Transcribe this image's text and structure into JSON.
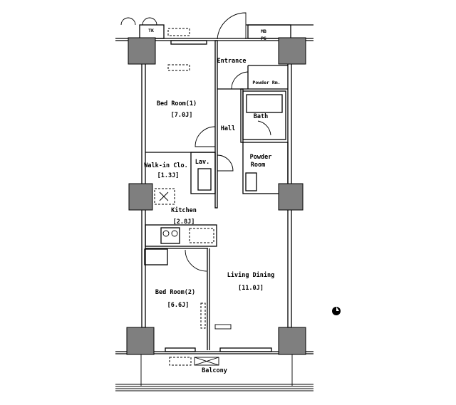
{
  "floor_plan": {
    "rooms": {
      "entrance": "Entrance",
      "storage": "Powder Rm.",
      "bath": "Bath",
      "hall": "Hall",
      "bedroom1": {
        "name": "Bed Room(1)",
        "size": "[7.0J]"
      },
      "walkin": {
        "name": "Walk-in Clo.",
        "size": "[1.3J]"
      },
      "lav": "Lav.",
      "powder": {
        "line1": "Powder",
        "line2": "Room"
      },
      "kitchen": {
        "name": "Kitchen",
        "size": "[2.8J]"
      },
      "living": {
        "name": "Living Dining",
        "size": "[11.0J]"
      },
      "bedroom2": {
        "name": "Bed Room(2)",
        "size": "[6.6J]"
      },
      "balcony": "Balcony",
      "tk": "TK",
      "mb": "MB",
      "ps": "PS"
    },
    "compass_icon": "north-compass"
  }
}
